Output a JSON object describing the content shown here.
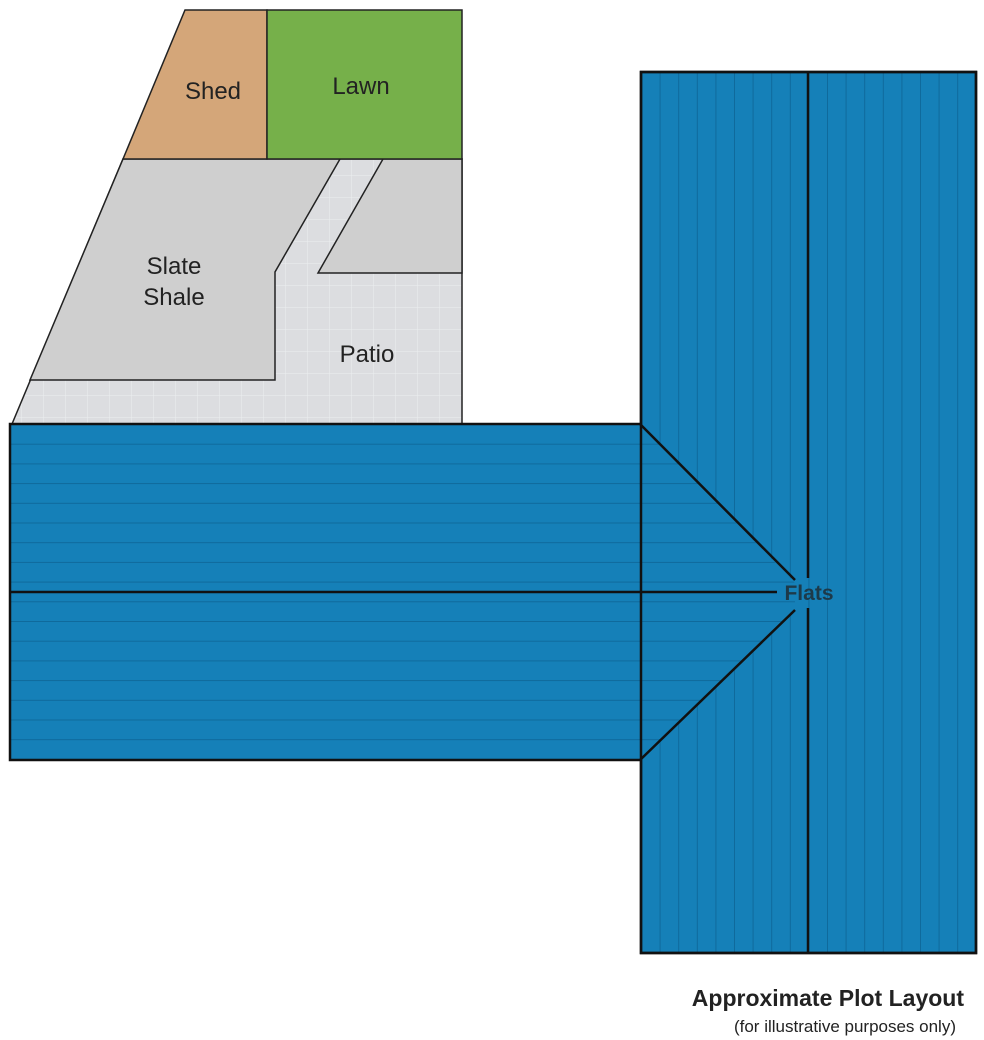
{
  "areas": {
    "shed": "Shed",
    "lawn": "Lawn",
    "slate_line1": "Slate",
    "slate_line2": "Shale",
    "patio": "Patio",
    "flats": "Flats"
  },
  "caption": {
    "title": "Approximate Plot Layout",
    "subtitle": "(for illustrative purposes only)"
  },
  "colors": {
    "shed": "#d4a679",
    "lawn": "#76b04a",
    "slate": "#cfcfcf",
    "patio": "#dcdde0",
    "flats": "#1580b8"
  }
}
